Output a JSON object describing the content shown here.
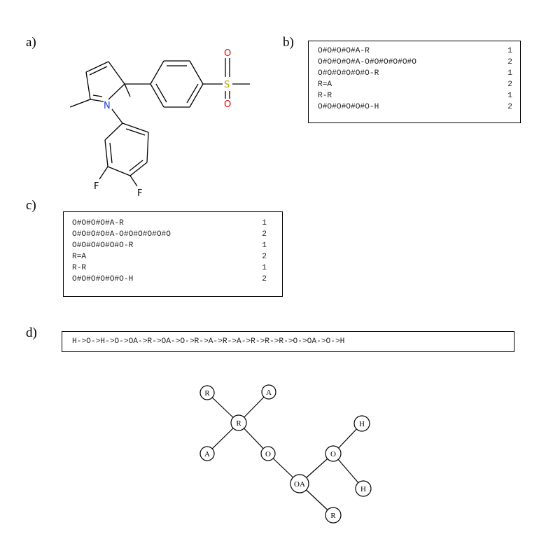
{
  "labels": {
    "a": "a)",
    "b": "b)",
    "c": "c)",
    "d": "d)"
  },
  "molecule": {
    "atoms": {
      "nitrogen": "N",
      "sulfur": "S",
      "oxygen_top": "O",
      "oxygen_bottom": "O",
      "fluorine_left": "F",
      "fluorine_right": "F"
    },
    "colors": {
      "nitrogen": "#1f3fd6",
      "sulfur": "#b8a300",
      "oxygen": "#e00000",
      "fluorine": "#000000",
      "bond": "#000000"
    }
  },
  "table_b": {
    "rows": [
      {
        "code": "O#O#O#O#A-R",
        "count": "1"
      },
      {
        "code": "O#O#O#O#A-O#O#O#O#O#O",
        "count": "2"
      },
      {
        "code": "O#O#O#O#O#O-R",
        "count": "1"
      },
      {
        "code": "R=A",
        "count": "2"
      },
      {
        "code": "R-R",
        "count": "1"
      },
      {
        "code": "O#O#O#O#O#O-H",
        "count": "2"
      }
    ]
  },
  "table_c": {
    "rows": [
      {
        "code": "O#O#O#O#A-R",
        "count": "1"
      },
      {
        "code": "O#O#O#O#A-O#O#O#O#O#O",
        "count": "2"
      },
      {
        "code": "O#O#O#O#O#O-R",
        "count": "1"
      },
      {
        "code": "R=A",
        "count": "2"
      },
      {
        "code": "R-R",
        "count": "1"
      },
      {
        "code": "O#O#O#O#O#O-H",
        "count": "2"
      }
    ]
  },
  "sequence": "H->O->H->O->OA->R->OA->O->R->A->R->A->R->R->R->O->OA->O->H",
  "tree": {
    "nodes": [
      {
        "id": "r1",
        "label": "R"
      },
      {
        "id": "a1",
        "label": "A"
      },
      {
        "id": "r_center",
        "label": "R"
      },
      {
        "id": "a2",
        "label": "A"
      },
      {
        "id": "o1",
        "label": "O"
      },
      {
        "id": "h1",
        "label": "H"
      },
      {
        "id": "o2",
        "label": "O"
      },
      {
        "id": "oa",
        "label": "OA"
      },
      {
        "id": "h2",
        "label": "H"
      },
      {
        "id": "r2",
        "label": "R"
      }
    ]
  }
}
